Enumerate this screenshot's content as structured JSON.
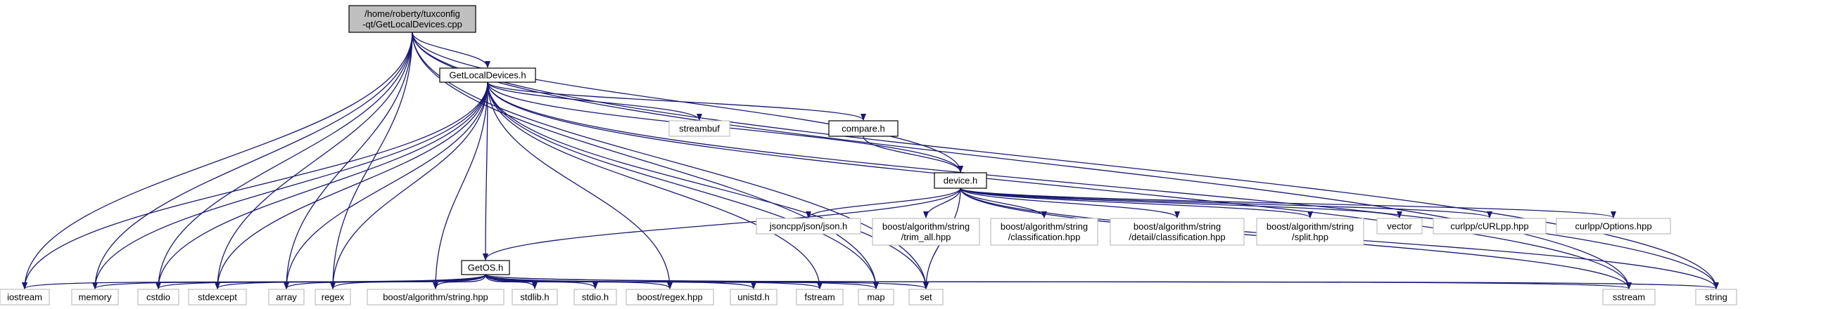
{
  "colors": {
    "edge": "#191970",
    "root_fill": "#bfbfbf",
    "internal_border": "#000000",
    "external_border": "#bfbfbf",
    "background": "#ffffff"
  },
  "nodes": [
    {
      "id": "root",
      "kind": "root",
      "lines": [
        "/home/roberty/tuxconfig",
        "-qt/GetLocalDevices.cpp"
      ]
    },
    {
      "id": "getlocaldevices_h",
      "kind": "internal",
      "lines": [
        "GetLocalDevices.h"
      ]
    },
    {
      "id": "compare_h",
      "kind": "internal",
      "lines": [
        "compare.h"
      ]
    },
    {
      "id": "device_h",
      "kind": "internal",
      "lines": [
        "device.h"
      ]
    },
    {
      "id": "getos_h",
      "kind": "internal",
      "lines": [
        "GetOS.h"
      ]
    },
    {
      "id": "streambuf",
      "kind": "external",
      "lines": [
        "streambuf"
      ]
    },
    {
      "id": "jsoncpp",
      "kind": "external",
      "lines": [
        "jsoncpp/json/json.h"
      ]
    },
    {
      "id": "trim_all",
      "kind": "external",
      "lines": [
        "boost/algorithm/string",
        "/trim_all.hpp"
      ]
    },
    {
      "id": "classification",
      "kind": "external",
      "lines": [
        "boost/algorithm/string",
        "/classification.hpp"
      ]
    },
    {
      "id": "detail_classification",
      "kind": "external",
      "lines": [
        "boost/algorithm/string",
        "/detail/classification.hpp"
      ]
    },
    {
      "id": "split",
      "kind": "external",
      "lines": [
        "boost/algorithm/string",
        "/split.hpp"
      ]
    },
    {
      "id": "vector",
      "kind": "external",
      "lines": [
        "vector"
      ]
    },
    {
      "id": "curlpp",
      "kind": "external",
      "lines": [
        "curlpp/cURLpp.hpp"
      ]
    },
    {
      "id": "options",
      "kind": "external",
      "lines": [
        "curlpp/Options.hpp"
      ]
    },
    {
      "id": "iostream",
      "kind": "external",
      "lines": [
        "iostream"
      ]
    },
    {
      "id": "memory",
      "kind": "external",
      "lines": [
        "memory"
      ]
    },
    {
      "id": "cstdio",
      "kind": "external",
      "lines": [
        "cstdio"
      ]
    },
    {
      "id": "stdexcept",
      "kind": "external",
      "lines": [
        "stdexcept"
      ]
    },
    {
      "id": "array",
      "kind": "external",
      "lines": [
        "array"
      ]
    },
    {
      "id": "regex",
      "kind": "external",
      "lines": [
        "regex"
      ]
    },
    {
      "id": "boost_string",
      "kind": "external",
      "lines": [
        "boost/algorithm/string.hpp"
      ]
    },
    {
      "id": "stdlib",
      "kind": "external",
      "lines": [
        "stdlib.h"
      ]
    },
    {
      "id": "stdio",
      "kind": "external",
      "lines": [
        "stdio.h"
      ]
    },
    {
      "id": "boost_regex",
      "kind": "external",
      "lines": [
        "boost/regex.hpp"
      ]
    },
    {
      "id": "unistd",
      "kind": "external",
      "lines": [
        "unistd.h"
      ]
    },
    {
      "id": "fstream",
      "kind": "external",
      "lines": [
        "fstream"
      ]
    },
    {
      "id": "map",
      "kind": "external",
      "lines": [
        "map"
      ]
    },
    {
      "id": "set",
      "kind": "external",
      "lines": [
        "set"
      ]
    },
    {
      "id": "sstream",
      "kind": "external",
      "lines": [
        "sstream"
      ]
    },
    {
      "id": "string",
      "kind": "external",
      "lines": [
        "string"
      ]
    }
  ],
  "edges": [
    [
      "root",
      "getlocaldevices_h"
    ],
    [
      "root",
      "iostream"
    ],
    [
      "root",
      "memory"
    ],
    [
      "root",
      "cstdio"
    ],
    [
      "root",
      "stdexcept"
    ],
    [
      "root",
      "array"
    ],
    [
      "root",
      "regex"
    ],
    [
      "root",
      "device_h"
    ],
    [
      "root",
      "set"
    ],
    [
      "root",
      "map"
    ],
    [
      "root",
      "sstream"
    ],
    [
      "root",
      "string"
    ],
    [
      "getlocaldevices_h",
      "getos_h"
    ],
    [
      "getlocaldevices_h",
      "compare_h"
    ],
    [
      "getlocaldevices_h",
      "device_h"
    ],
    [
      "getlocaldevices_h",
      "streambuf"
    ],
    [
      "getlocaldevices_h",
      "iostream"
    ],
    [
      "getlocaldevices_h",
      "memory"
    ],
    [
      "getlocaldevices_h",
      "cstdio"
    ],
    [
      "getlocaldevices_h",
      "stdexcept"
    ],
    [
      "getlocaldevices_h",
      "array"
    ],
    [
      "getlocaldevices_h",
      "regex"
    ],
    [
      "getlocaldevices_h",
      "boost_string"
    ],
    [
      "getlocaldevices_h",
      "boost_regex"
    ],
    [
      "getlocaldevices_h",
      "fstream"
    ],
    [
      "getlocaldevices_h",
      "map"
    ],
    [
      "getlocaldevices_h",
      "set"
    ],
    [
      "getlocaldevices_h",
      "sstream"
    ],
    [
      "getlocaldevices_h",
      "string"
    ],
    [
      "compare_h",
      "device_h"
    ],
    [
      "device_h",
      "getos_h"
    ],
    [
      "device_h",
      "jsoncpp"
    ],
    [
      "device_h",
      "trim_all"
    ],
    [
      "device_h",
      "classification"
    ],
    [
      "device_h",
      "detail_classification"
    ],
    [
      "device_h",
      "split"
    ],
    [
      "device_h",
      "vector"
    ],
    [
      "device_h",
      "curlpp"
    ],
    [
      "device_h",
      "options"
    ],
    [
      "device_h",
      "set"
    ],
    [
      "device_h",
      "sstream"
    ],
    [
      "device_h",
      "string"
    ],
    [
      "getos_h",
      "iostream"
    ],
    [
      "getos_h",
      "memory"
    ],
    [
      "getos_h",
      "cstdio"
    ],
    [
      "getos_h",
      "stdexcept"
    ],
    [
      "getos_h",
      "array"
    ],
    [
      "getos_h",
      "regex"
    ],
    [
      "getos_h",
      "boost_string"
    ],
    [
      "getos_h",
      "stdlib"
    ],
    [
      "getos_h",
      "stdio"
    ],
    [
      "getos_h",
      "boost_regex"
    ],
    [
      "getos_h",
      "unistd"
    ],
    [
      "getos_h",
      "fstream"
    ],
    [
      "getos_h",
      "map"
    ],
    [
      "getos_h",
      "set"
    ],
    [
      "getos_h",
      "sstream"
    ],
    [
      "getos_h",
      "string"
    ]
  ]
}
